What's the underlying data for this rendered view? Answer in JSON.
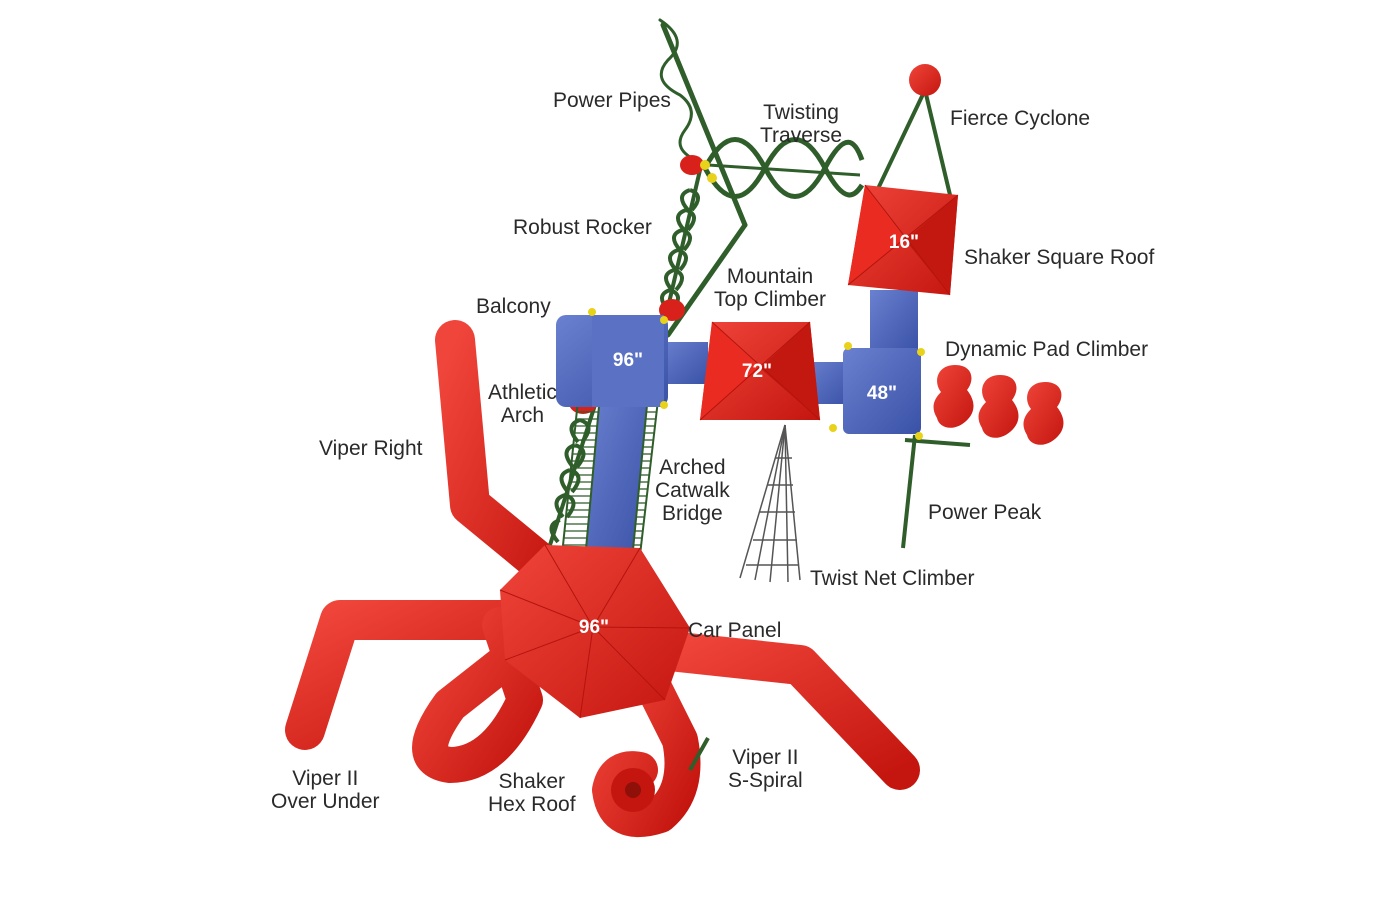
{
  "labels": {
    "power_pipes": "Power Pipes",
    "twisting_traverse": [
      "Twisting",
      "Traverse"
    ],
    "fierce_cyclone": "Fierce Cyclone",
    "robust_rocker": "Robust Rocker",
    "shaker_square_roof": "Shaker Square Roof",
    "mountain_top_climber": [
      "Mountain",
      "Top Climber"
    ],
    "balcony": "Balcony",
    "dynamic_pad_climber": "Dynamic Pad Climber",
    "athletic_arch": [
      "Athletic",
      "Arch"
    ],
    "viper_right": "Viper Right",
    "arched_catwalk_bridge": [
      "Arched",
      "Catwalk",
      "Bridge"
    ],
    "power_peak": "Power Peak",
    "twist_net_climber": "Twist Net Climber",
    "car_panel": "Car Panel",
    "viper_ii_s_spiral": [
      "Viper II",
      "S-Spiral"
    ],
    "viper_ii_over_under": [
      "Viper II",
      "Over Under"
    ],
    "shaker_hex_roof": [
      "Shaker",
      "Hex Roof"
    ]
  },
  "deck_heights": {
    "balcony_deck": "96\"",
    "mountain_deck": "72\"",
    "right_deck": "48\"",
    "square_roof_deck": "16\"",
    "hex_roof_deck": "96\""
  },
  "colors": {
    "slide_red": "#e2231a",
    "deck_blue": "#4b64b8",
    "frame_green": "#2f5e2b",
    "accent_yellow": "#e8d21a",
    "text": "#2a2a2a"
  }
}
